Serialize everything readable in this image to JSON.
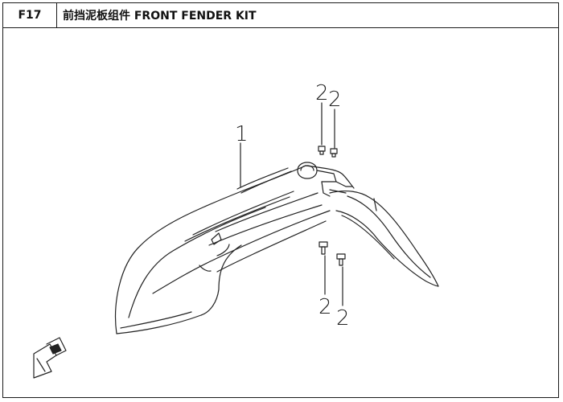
{
  "header": {
    "code": "F17",
    "title": "前挡泥板组件 FRONT FENDER KIT"
  },
  "callouts": {
    "fender": "1",
    "bolt_top_left": "2",
    "bolt_top_right": "2",
    "bolt_bottom_left": "2",
    "bolt_bottom_right": "2"
  }
}
